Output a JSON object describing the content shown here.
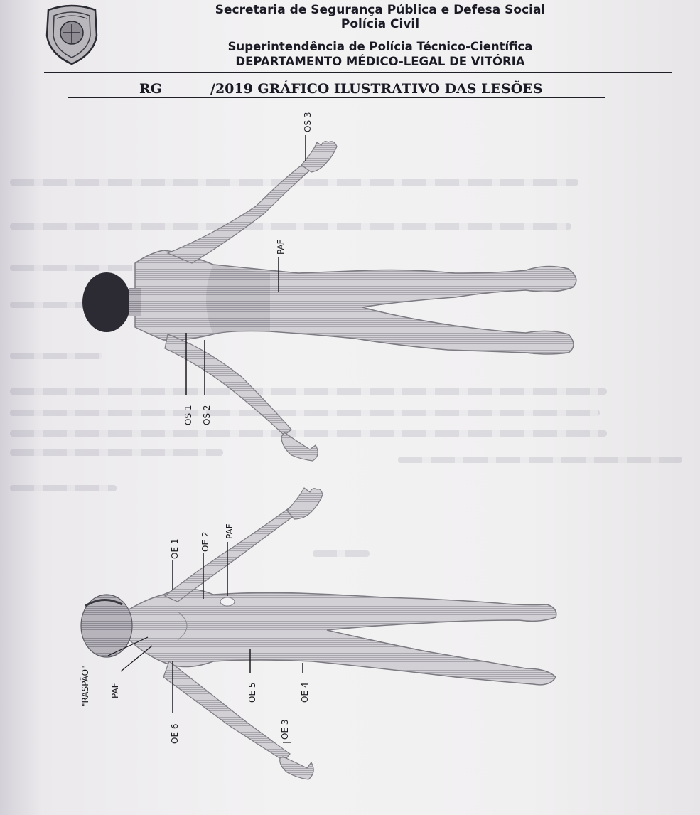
{
  "header": {
    "line1": "Secretaria de Segurança Pública e Defesa Social",
    "line2": "Polícia Civil",
    "line3": "Superintendência de Polícia Técnico-Científica",
    "line4": "DEPARTAMENTO MÉDICO-LEGAL DE VITÓRIA",
    "rg_label": "RG",
    "form_title": "/2019 GRÁFICO ILUSTRATIVO DAS LESÕES"
  },
  "posterior_figure": {
    "labels": {
      "os1": "OS 1",
      "os2": "OS 2",
      "os3": "OS 3",
      "paf": "PAF"
    }
  },
  "anterior_figure": {
    "labels": {
      "oe1": "OE 1",
      "oe2": "OE 2",
      "oe3": "OE 3",
      "oe4": "OE 4",
      "oe5": "OE 5",
      "oe6": "OE 6",
      "paf_chest": "PAF",
      "paf_neck": "PAF",
      "raspao": "\"RASPÃO\""
    }
  }
}
